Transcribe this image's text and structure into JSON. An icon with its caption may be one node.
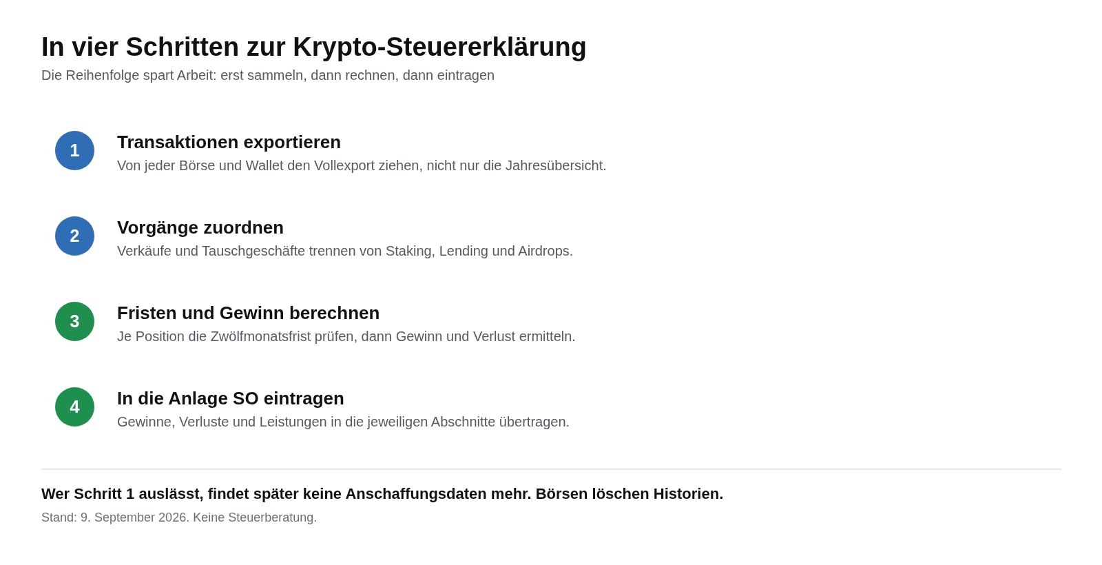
{
  "diagram": {
    "title": "In vier Schritten zur Krypto-Steuererklärung",
    "nodes": [
      {
        "text": [
          "1"
        ],
        "beside": [
          "Transaktionen exportieren",
          "Von jeder Börse und Wallet den Vollexport ziehen, nicht nur die Jahresübersicht."
        ]
      },
      {
        "text": [
          "2"
        ],
        "beside": [
          "Vorgänge zuordnen",
          "Verkäufe und Tauschgeschäfte trennen von Staking, Lending und Airdrops."
        ]
      },
      {
        "text": [
          "3"
        ],
        "beside": [
          "Fristen und Gewinn berechnen",
          "Je Position die Zwölfmonatsfrist prüfen, dann Gewinn und Verlust ermitteln."
        ]
      },
      {
        "text": [
          "4"
        ],
        "beside": [
          "In die Anlage SO eintragen",
          "Gewinne, Verluste und Leistungen in die jeweiligen Abschnitte übertragen."
        ]
      }
    ],
    "labels": [
      "Die Reihenfolge spart Arbeit: erst sammeln, dann rechnen, dann eintragen",
      "Wer Schritt 1 auslässt, findet später keine Anschaffungsdaten mehr. Börsen löschen Historien.",
      "Stand: 9. September 2026. Keine Steuerberatung."
    ]
  }
}
